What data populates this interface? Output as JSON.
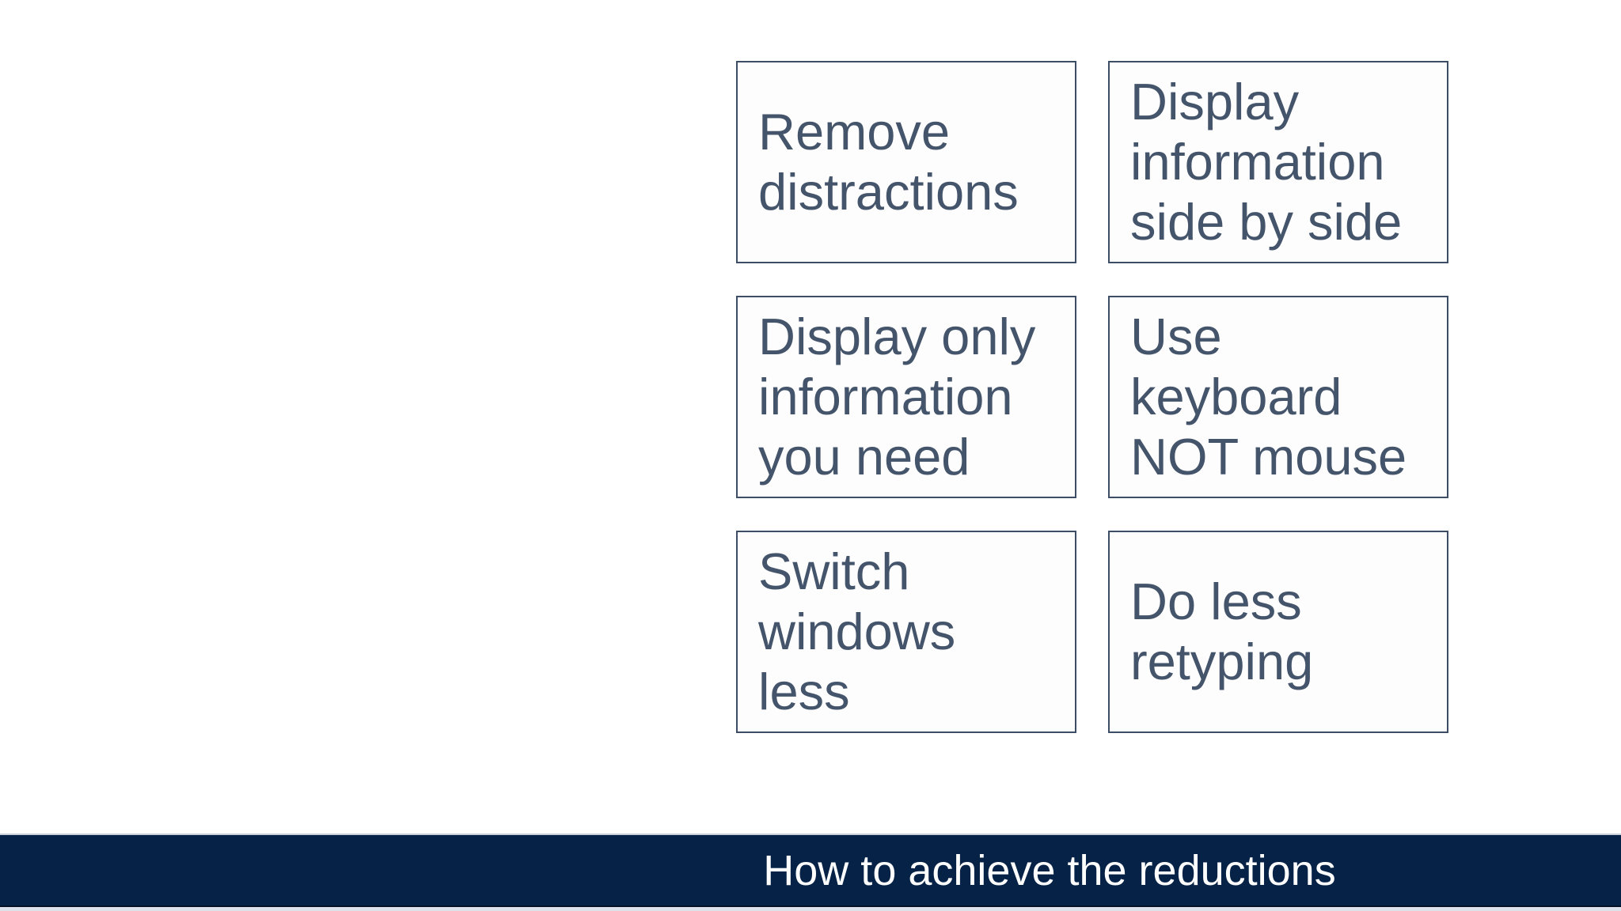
{
  "slide": {
    "cards": [
      {
        "label": "Remove\ndistractions"
      },
      {
        "label": "Display\ninformation\nside by side"
      },
      {
        "label": "Display only\ninformation\nyou need"
      },
      {
        "label": "Use\nkeyboard\nNOT mouse"
      },
      {
        "label": "Switch\nwindows\nless"
      },
      {
        "label": "Do less\nretyping"
      }
    ],
    "footer": {
      "title": "How to achieve the reductions"
    },
    "colors": {
      "card_border": "#3d4d66",
      "card_text": "#44546a",
      "card_background": "#fdfdfe",
      "footer_background": "#062246",
      "footer_text": "#ffffff",
      "page_background": "#ffffff"
    }
  }
}
